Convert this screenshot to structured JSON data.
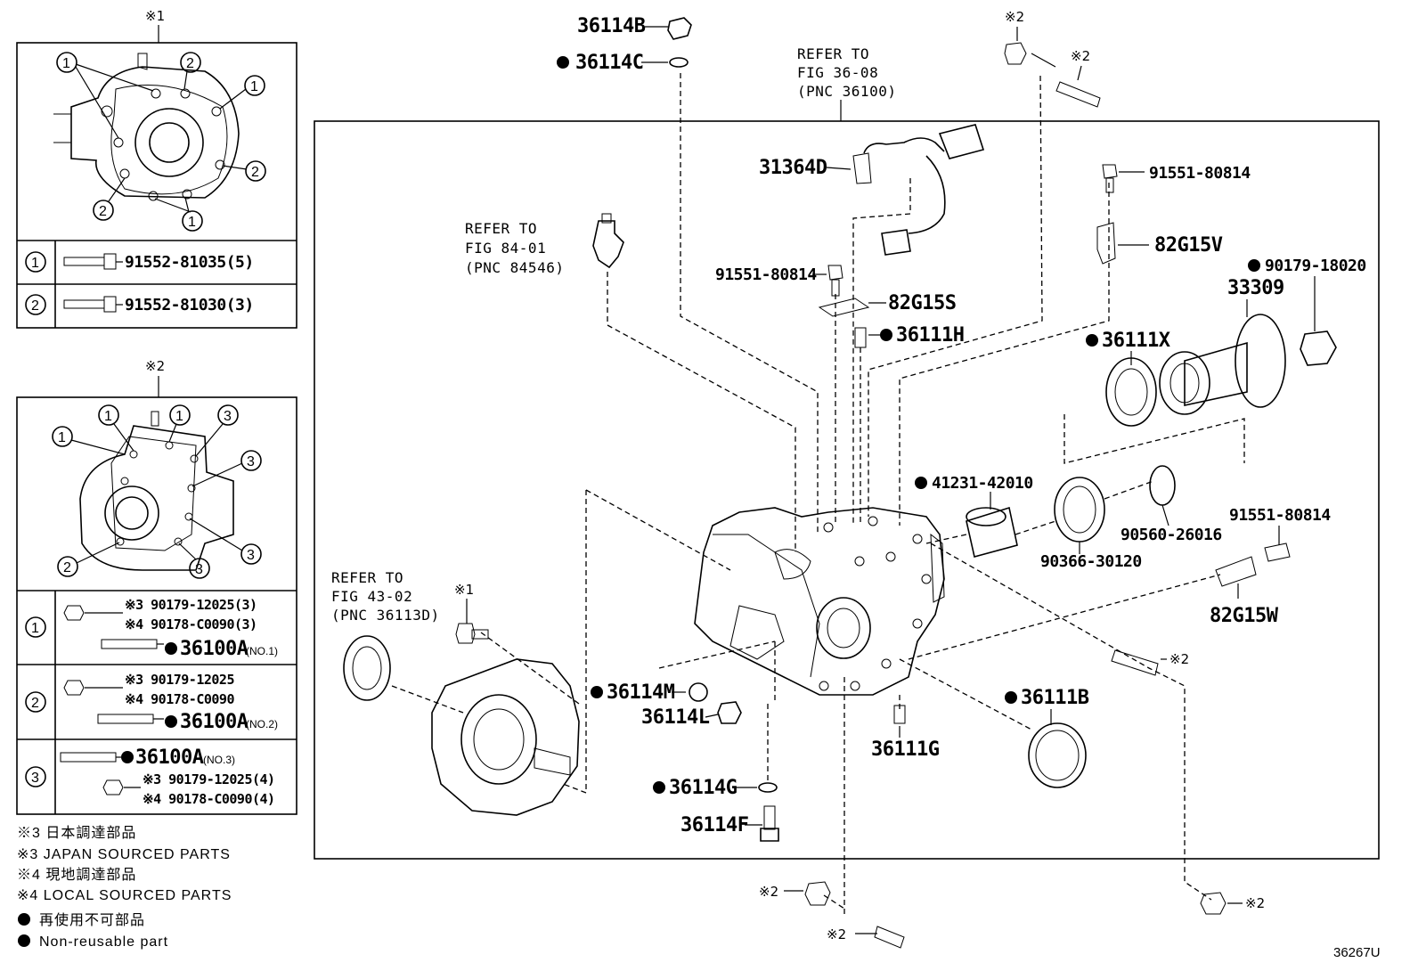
{
  "inset1": {
    "title": "※1",
    "rows": [
      {
        "num": "1",
        "part": "91552-81035(5)"
      },
      {
        "num": "2",
        "part": "91552-81030(3)"
      }
    ],
    "callouts": [
      "1",
      "2",
      "1",
      "2",
      "2",
      "1"
    ]
  },
  "inset2": {
    "title": "※2",
    "callouts": [
      "1",
      "1",
      "1",
      "3",
      "3",
      "3",
      "2",
      "3"
    ],
    "row1": {
      "num": "1",
      "a": "※3 90179-12025(3)",
      "b": "※4 90178-C0090(3)",
      "c": "36100A",
      "c_note": "(NO.1)"
    },
    "row2": {
      "num": "2",
      "a": "※3 90179-12025",
      "b": "※4 90178-C0090",
      "c": "36100A",
      "c_note": "(NO.2)"
    },
    "row3": {
      "num": "3",
      "c": "36100A",
      "c_note": "(NO.3)",
      "a": "※3 90179-12025(4)",
      "b": "※4 90178-C0090(4)"
    }
  },
  "legend": {
    "l1": "※3 日本調達部品",
    "l2": "※3 JAPAN SOURCED PARTS",
    "l3": "※4 現地調達部品",
    "l4": "※4 LOCAL SOURCED PARTS",
    "l5": "再使用不可部品",
    "l6": "Non-reusable part"
  },
  "refs": {
    "r1": {
      "line1": "REFER TO",
      "line2": "FIG 36-08",
      "line3": "(PNC 36100)"
    },
    "r2": {
      "line1": "REFER TO",
      "line2": "FIG 84-01",
      "line3": "(PNC 84546)"
    },
    "r3": {
      "line1": "REFER TO",
      "line2": "FIG 43-02",
      "line3": "(PNC 36113D)"
    }
  },
  "parts": {
    "p36114B": "36114B",
    "p36114C": "36114C",
    "p31364D": "31364D",
    "p91551a": "91551-80814",
    "p82G15S": "82G15S",
    "p36111H": "36111H",
    "p91551b": "91551-80814",
    "p82G15V": "82G15V",
    "p90179": "90179-18020",
    "p33309": "33309",
    "p36111X": "36111X",
    "p41231": "41231-42010",
    "p90560": "90560-26016",
    "p90366": "90366-30120",
    "p91551c": "91551-80814",
    "p82G15W": "82G15W",
    "p36114M": "36114M",
    "p36114L": "36114L",
    "p36111G": "36111G",
    "p36111B": "36111B",
    "p36114G": "36114G",
    "p36114F": "36114F",
    "p36100A_1": "36100A",
    "mark_x1": "※1",
    "mark_x2a": "※2",
    "mark_x2b": "※2",
    "mark_x2c": "※2",
    "mark_x2d": "※2",
    "mark_x2e": "※2",
    "mark_x2f": "※2"
  },
  "footer": {
    "code": "36267U"
  }
}
